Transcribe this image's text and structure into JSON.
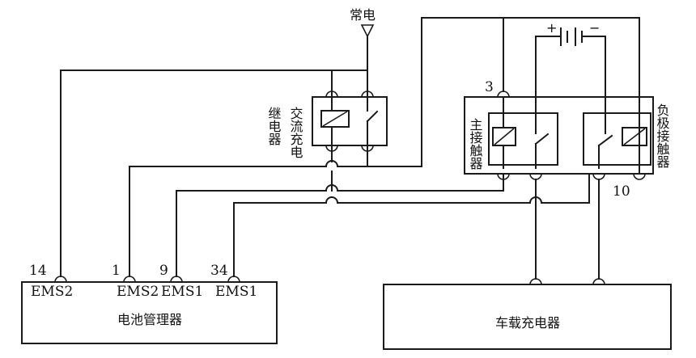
{
  "power_label": "常电",
  "bms": {
    "title": "电池管理器",
    "pins": [
      {
        "number": "14",
        "label": "EMS2"
      },
      {
        "number": "1",
        "label": "EMS2"
      },
      {
        "number": "9",
        "label": "EMS1"
      },
      {
        "number": "34",
        "label": "EMS1"
      }
    ]
  },
  "ac_relay": {
    "label_left": "继电器",
    "label_right": "交流充电"
  },
  "main_contactor": {
    "label": "主接触器",
    "pin": "3"
  },
  "negative_contactor": {
    "label": "负极接触器",
    "pin": "10"
  },
  "battery": {
    "plus": "+",
    "minus": "−"
  },
  "charger": {
    "title": "车载充电器"
  }
}
